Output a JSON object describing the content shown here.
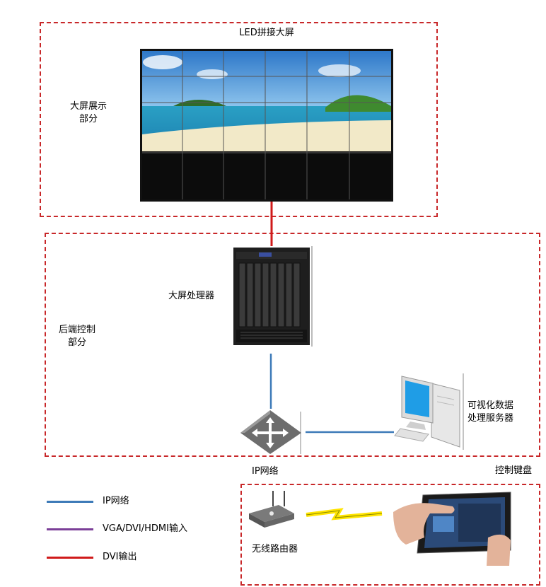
{
  "sections": {
    "display": {
      "title": "LED拼接大屏",
      "side_label_line1": "大屏展示",
      "side_label_line2": "部分"
    },
    "backend": {
      "side_label_line1": "后端控制",
      "side_label_line2": "部分"
    },
    "control": {
      "title": "控制键盘"
    }
  },
  "devices": {
    "processor": "大屏处理器",
    "server_line1": "可视化数据",
    "server_line2": "处理服务器",
    "switch": "IP网络",
    "router": "无线路由器"
  },
  "legend": [
    {
      "label": "IP网络",
      "color": "#3d7ab8"
    },
    {
      "label": "VGA/DVI/HDMI输入",
      "color": "#7b3f98"
    },
    {
      "label": "DVI输出",
      "color": "#d01a1a"
    }
  ],
  "colors": {
    "zone_border": "#c8282a",
    "ip_line": "#3d7ab8",
    "dvi_line": "#d01a1a"
  },
  "icons": [
    "video-wall-icon",
    "processor-chassis-icon",
    "switch-icon",
    "desktop-computer-icon",
    "wireless-router-icon",
    "wireless-link-icon",
    "tablet-hand-icon"
  ]
}
